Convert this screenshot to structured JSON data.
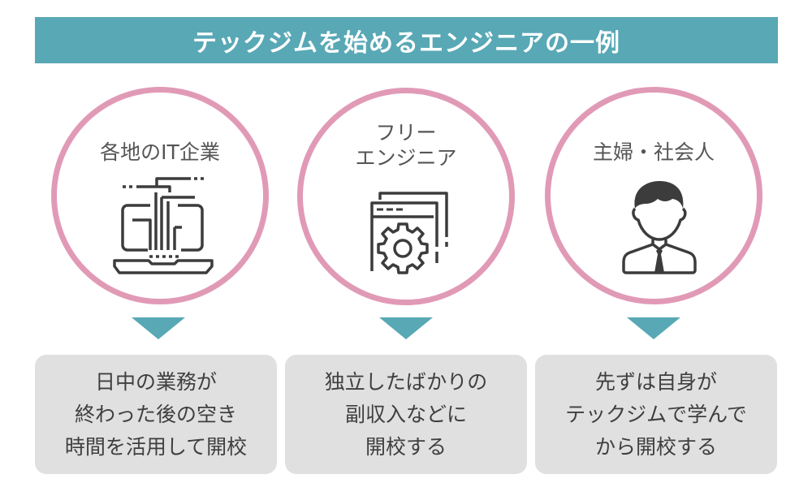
{
  "title": "テックジムを始めるエンジニアの一例",
  "colors": {
    "accent": "#58a8b5",
    "circle_border": "#e19ab6",
    "box_bg": "#e0e0e0",
    "icon": "#3c3c3c"
  },
  "columns": [
    {
      "label": "各地のIT企業",
      "icon": "laptop-circuit-icon",
      "description": "日中の業務が\n終わった後の空き\n時間を活用して開校"
    },
    {
      "label": "フリー\nエンジニア",
      "icon": "window-gear-icon",
      "description": "独立したばかりの\n副収入などに\n開校する"
    },
    {
      "label": "主婦・社会人",
      "icon": "person-tie-icon",
      "description": "先ずは自身が\nテックジムで学んで\nから開校する"
    }
  ]
}
